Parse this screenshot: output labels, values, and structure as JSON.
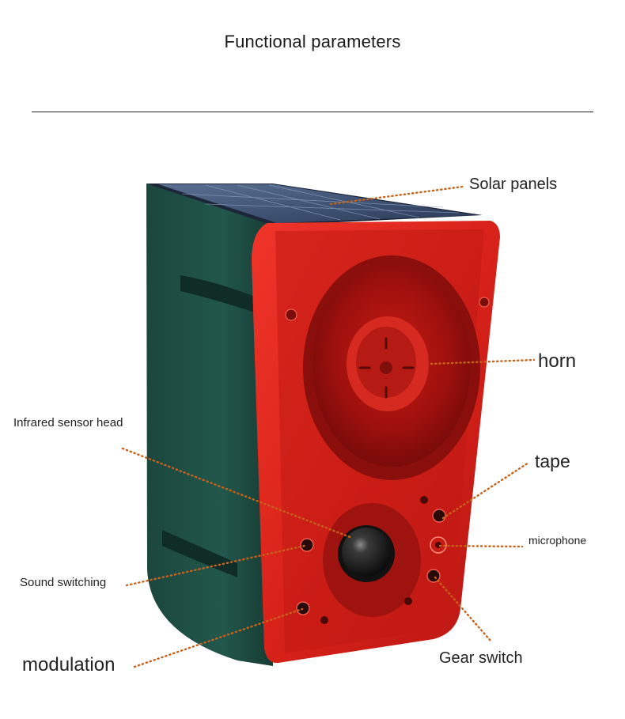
{
  "header": {
    "title": "Functional parameters"
  },
  "labels": {
    "solar_panels": "Solar panels",
    "horn": "horn",
    "tape": "tape",
    "infrared_sensor_head": "Infrared sensor head",
    "microphone": "microphone",
    "sound_switching": "Sound switching",
    "gear_switch": "Gear switch",
    "modulation": "modulation"
  },
  "colors": {
    "body_green": "#1f4f45",
    "panel_red": "#e0281f",
    "solar_blue": "#3a4f72",
    "leader_orange": "#c8621a"
  }
}
